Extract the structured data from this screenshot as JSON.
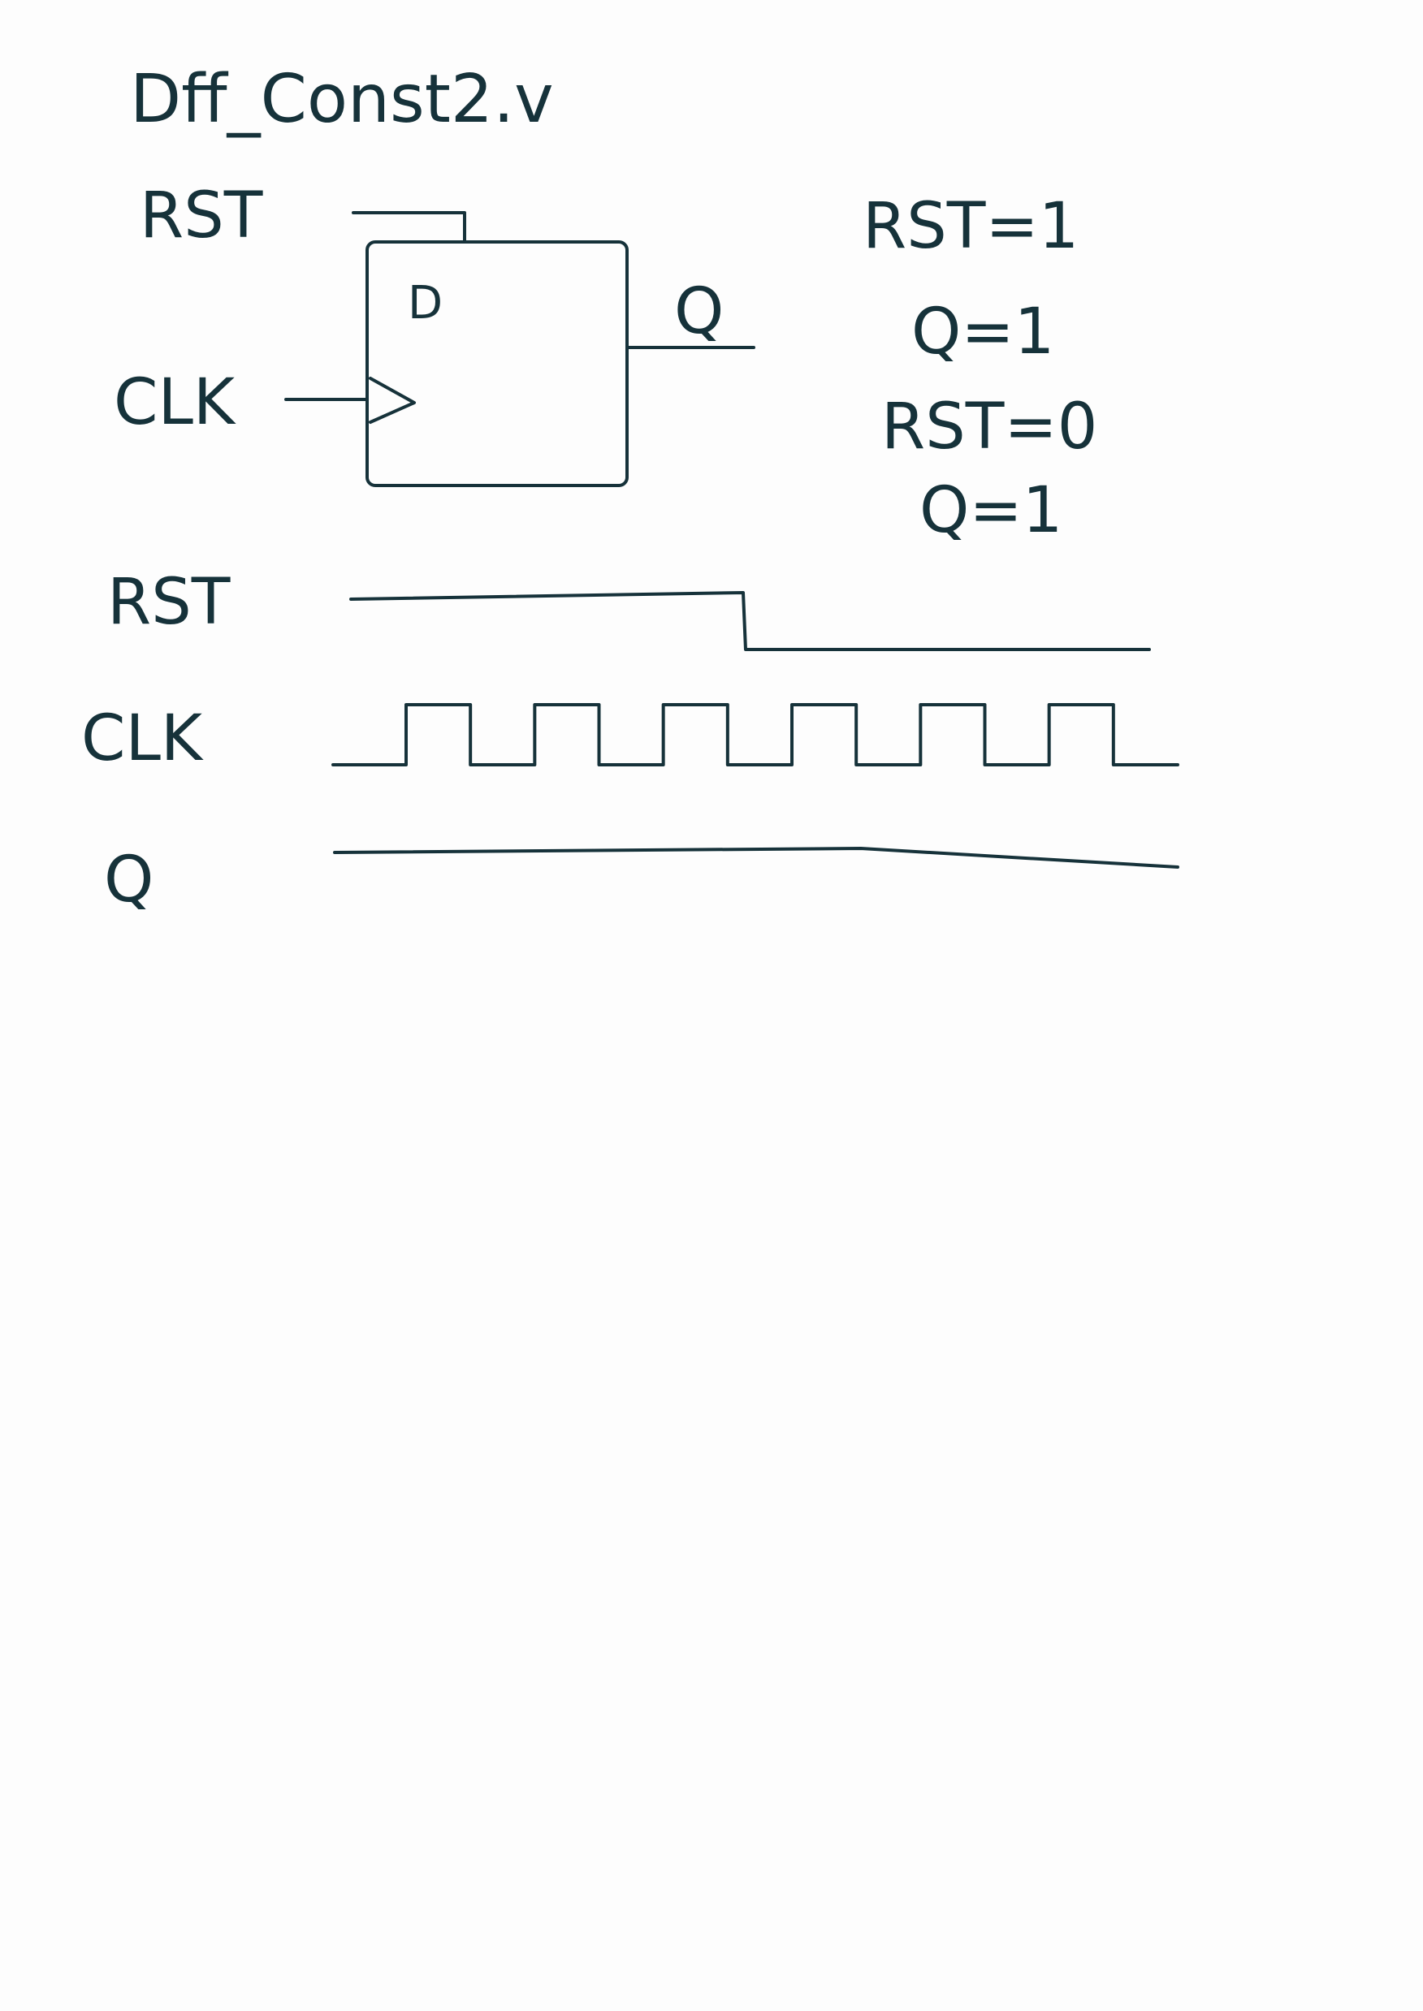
{
  "title": "Dff_Const2.v",
  "block": {
    "input_rst": "RST",
    "input_clk": "CLK",
    "pin_d": "D",
    "output_q": "Q"
  },
  "notes": [
    "RST=1",
    "Q=1",
    "RST=0",
    "Q=1"
  ],
  "waveforms": {
    "labels": [
      "RST",
      "CLK",
      "Q"
    ],
    "rst_levels": [
      1,
      0
    ],
    "q_levels": [
      1
    ],
    "clk_high_pulses": 6
  },
  "colors": {
    "ink": "#16323a",
    "paper": "#fdfdfd"
  }
}
